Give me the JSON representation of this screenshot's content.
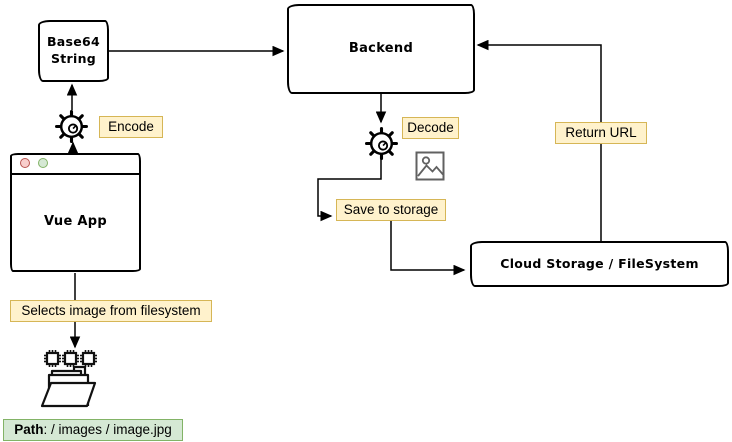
{
  "diagram": {
    "nodes": {
      "base64": {
        "label": "Base64 String"
      },
      "backend": {
        "label": "Backend"
      },
      "vue_app": {
        "label": "Vue App"
      },
      "cloud_storage": {
        "label": "Cloud Storage / FileSystem"
      }
    },
    "steps": {
      "encode": "Encode",
      "decode": "Decode",
      "save_to_storage": "Save to storage",
      "return_url": "Return URL",
      "selects_image": "Selects image from filesystem"
    },
    "path_note": {
      "key": "Path",
      "value": ": / images / image.jpg"
    },
    "edges": [
      {
        "from": "Vue App",
        "to": "Base64 String",
        "via": "Encode"
      },
      {
        "from": "Base64 String",
        "to": "Backend"
      },
      {
        "from": "Backend",
        "to": "Save to storage",
        "via": "Decode"
      },
      {
        "from": "Save to storage",
        "to": "Cloud Storage / FileSystem"
      },
      {
        "from": "Cloud Storage / FileSystem",
        "to": "Backend",
        "via": "Return URL"
      },
      {
        "from": "Vue App",
        "to": "filesystem-folder",
        "via": "Selects image from filesystem"
      }
    ],
    "icons": {
      "encode_gear": "gear-icon",
      "decode_gear": "gear-icon",
      "decoded_image": "image-icon",
      "filesystem": "folder-with-chips-icon",
      "window_dot_red": "red-dot-icon",
      "window_dot_green": "green-dot-icon"
    },
    "colors": {
      "stroke": "#000000",
      "note_yellow_bg": "#FFF2CC",
      "note_yellow_border": "#D6B656",
      "note_green_bg": "#D5E8D4",
      "note_green_border": "#82B366",
      "dot_red_bg": "#F8CECC",
      "dot_red_border": "#B85450",
      "dot_green_bg": "#D5E8D4",
      "dot_green_border": "#82B366",
      "image_icon_gray": "#616161"
    }
  }
}
